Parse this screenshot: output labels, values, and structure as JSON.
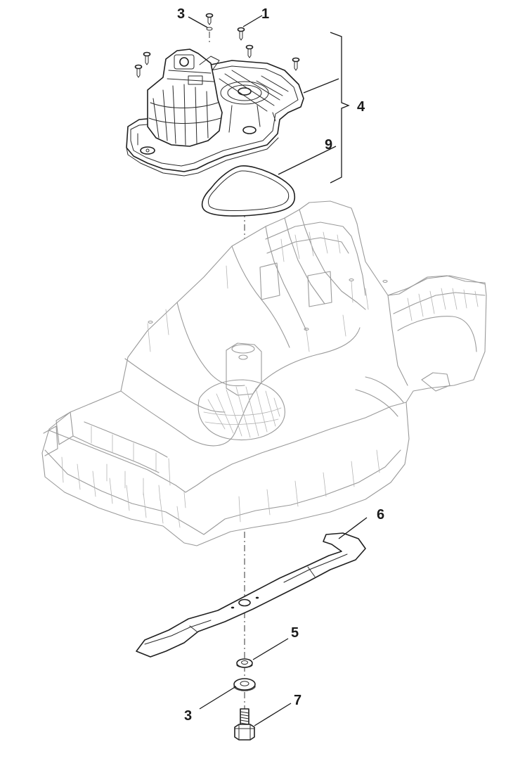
{
  "callouts": [
    {
      "id": "c1",
      "label": "1"
    },
    {
      "id": "c3a",
      "label": "3"
    },
    {
      "id": "c4",
      "label": "4"
    },
    {
      "id": "c9",
      "label": "9"
    },
    {
      "id": "c6",
      "label": "6"
    },
    {
      "id": "c5",
      "label": "5"
    },
    {
      "id": "c3b",
      "label": "3"
    },
    {
      "id": "c7",
      "label": "7"
    }
  ],
  "colors": {
    "line": "#1f1f1f",
    "deck_line": "#9a9a9a",
    "background": "#ffffff"
  }
}
